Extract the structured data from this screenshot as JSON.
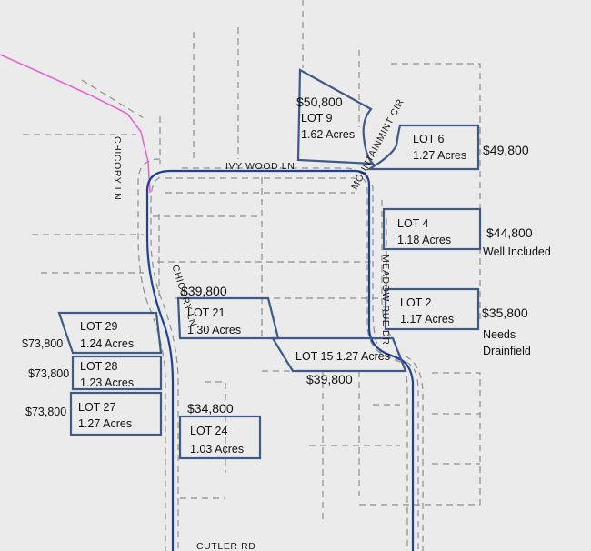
{
  "streets": {
    "ivy_wood": "IVY WOOD LN",
    "chicory_upper": "CHICORY LN",
    "chicory_lower": "CHICORY LN",
    "mountain_mint": "MOUNTAINMINT CIR",
    "meadow_rue": "MEADOW RUE DR",
    "cutler": "CUTLER RD"
  },
  "lots": {
    "lot9": {
      "name": "LOT 9",
      "acres": "1.62 Acres",
      "price": "$50,800"
    },
    "lot6": {
      "name": "LOT 6",
      "acres": "1.27 Acres",
      "price": "$49,800"
    },
    "lot4": {
      "name": "LOT 4",
      "acres": "1.18 Acres",
      "price": "$44,800",
      "note": "Well Included"
    },
    "lot2": {
      "name": "LOT 2",
      "acres": "1.17 Acres",
      "price": "$35,800",
      "note1": "Needs",
      "note2": "Drainfield"
    },
    "lot21": {
      "name": "LOT 21",
      "acres": "1.30 Acres",
      "price": "$39,800"
    },
    "lot15": {
      "label": "LOT 15 1.27 Acres",
      "price": "$39,800"
    },
    "lot24": {
      "name": "LOT 24",
      "acres": "1.03 Acres",
      "price": "$34,800"
    },
    "lot29": {
      "name": "LOT 29",
      "acres": "1.24 Acres",
      "price": "$73,800"
    },
    "lot28": {
      "name": "LOT 28",
      "acres": "1.23 Acres",
      "price": "$73,800"
    },
    "lot27": {
      "name": "LOT 27",
      "acres": "1.27 Acres",
      "price": "$73,800"
    }
  },
  "colors": {
    "background": "#ebebeb",
    "lot_outline": "#3d5a88",
    "road_centerline": "#1f3f9a",
    "parcel_dashed": "#8e8e8e",
    "boundary_line": "#e467d2"
  }
}
